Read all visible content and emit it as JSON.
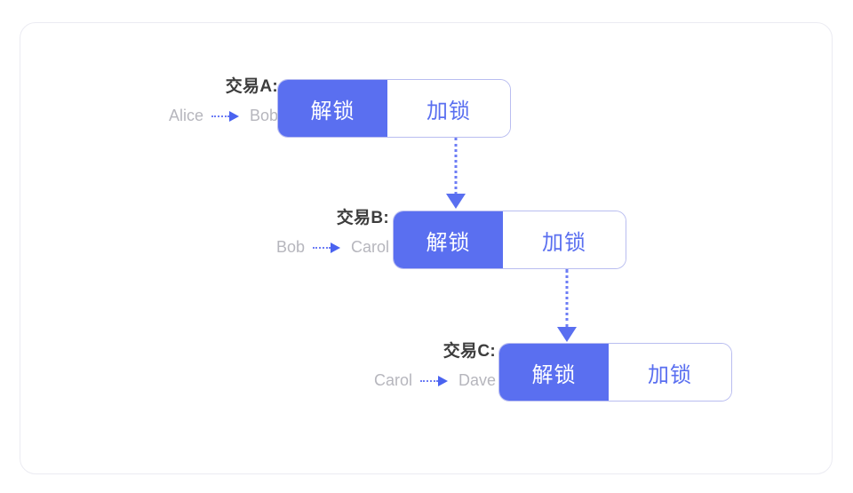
{
  "diagram": {
    "title": "",
    "colors": {
      "accent": "#5a6ff0",
      "accent_dark": "#4a63f0",
      "pill_border": "#b9bdf0",
      "card_border": "#ebebf2",
      "label_text": "#3d3d3d",
      "party_text": "#b6b6bd",
      "background": "#ffffff"
    },
    "segment_labels": {
      "unlock": "解锁",
      "lock": "加锁"
    },
    "transactions": [
      {
        "id": "a",
        "title": "交易A:",
        "from": "Alice",
        "to": "Bob",
        "unlock_label": "解锁",
        "lock_label": "加锁"
      },
      {
        "id": "b",
        "title": "交易B:",
        "from": "Bob",
        "to": "Carol",
        "unlock_label": "解锁",
        "lock_label": "加锁"
      },
      {
        "id": "c",
        "title": "交易C:",
        "from": "Carol",
        "to": "Dave",
        "unlock_label": "解锁",
        "lock_label": "加锁"
      }
    ],
    "connectors": [
      {
        "id": "a-to-b",
        "from": "交易A:",
        "to": "交易B:"
      },
      {
        "id": "b-to-c",
        "from": "交易B:",
        "to": "交易C:"
      }
    ]
  }
}
